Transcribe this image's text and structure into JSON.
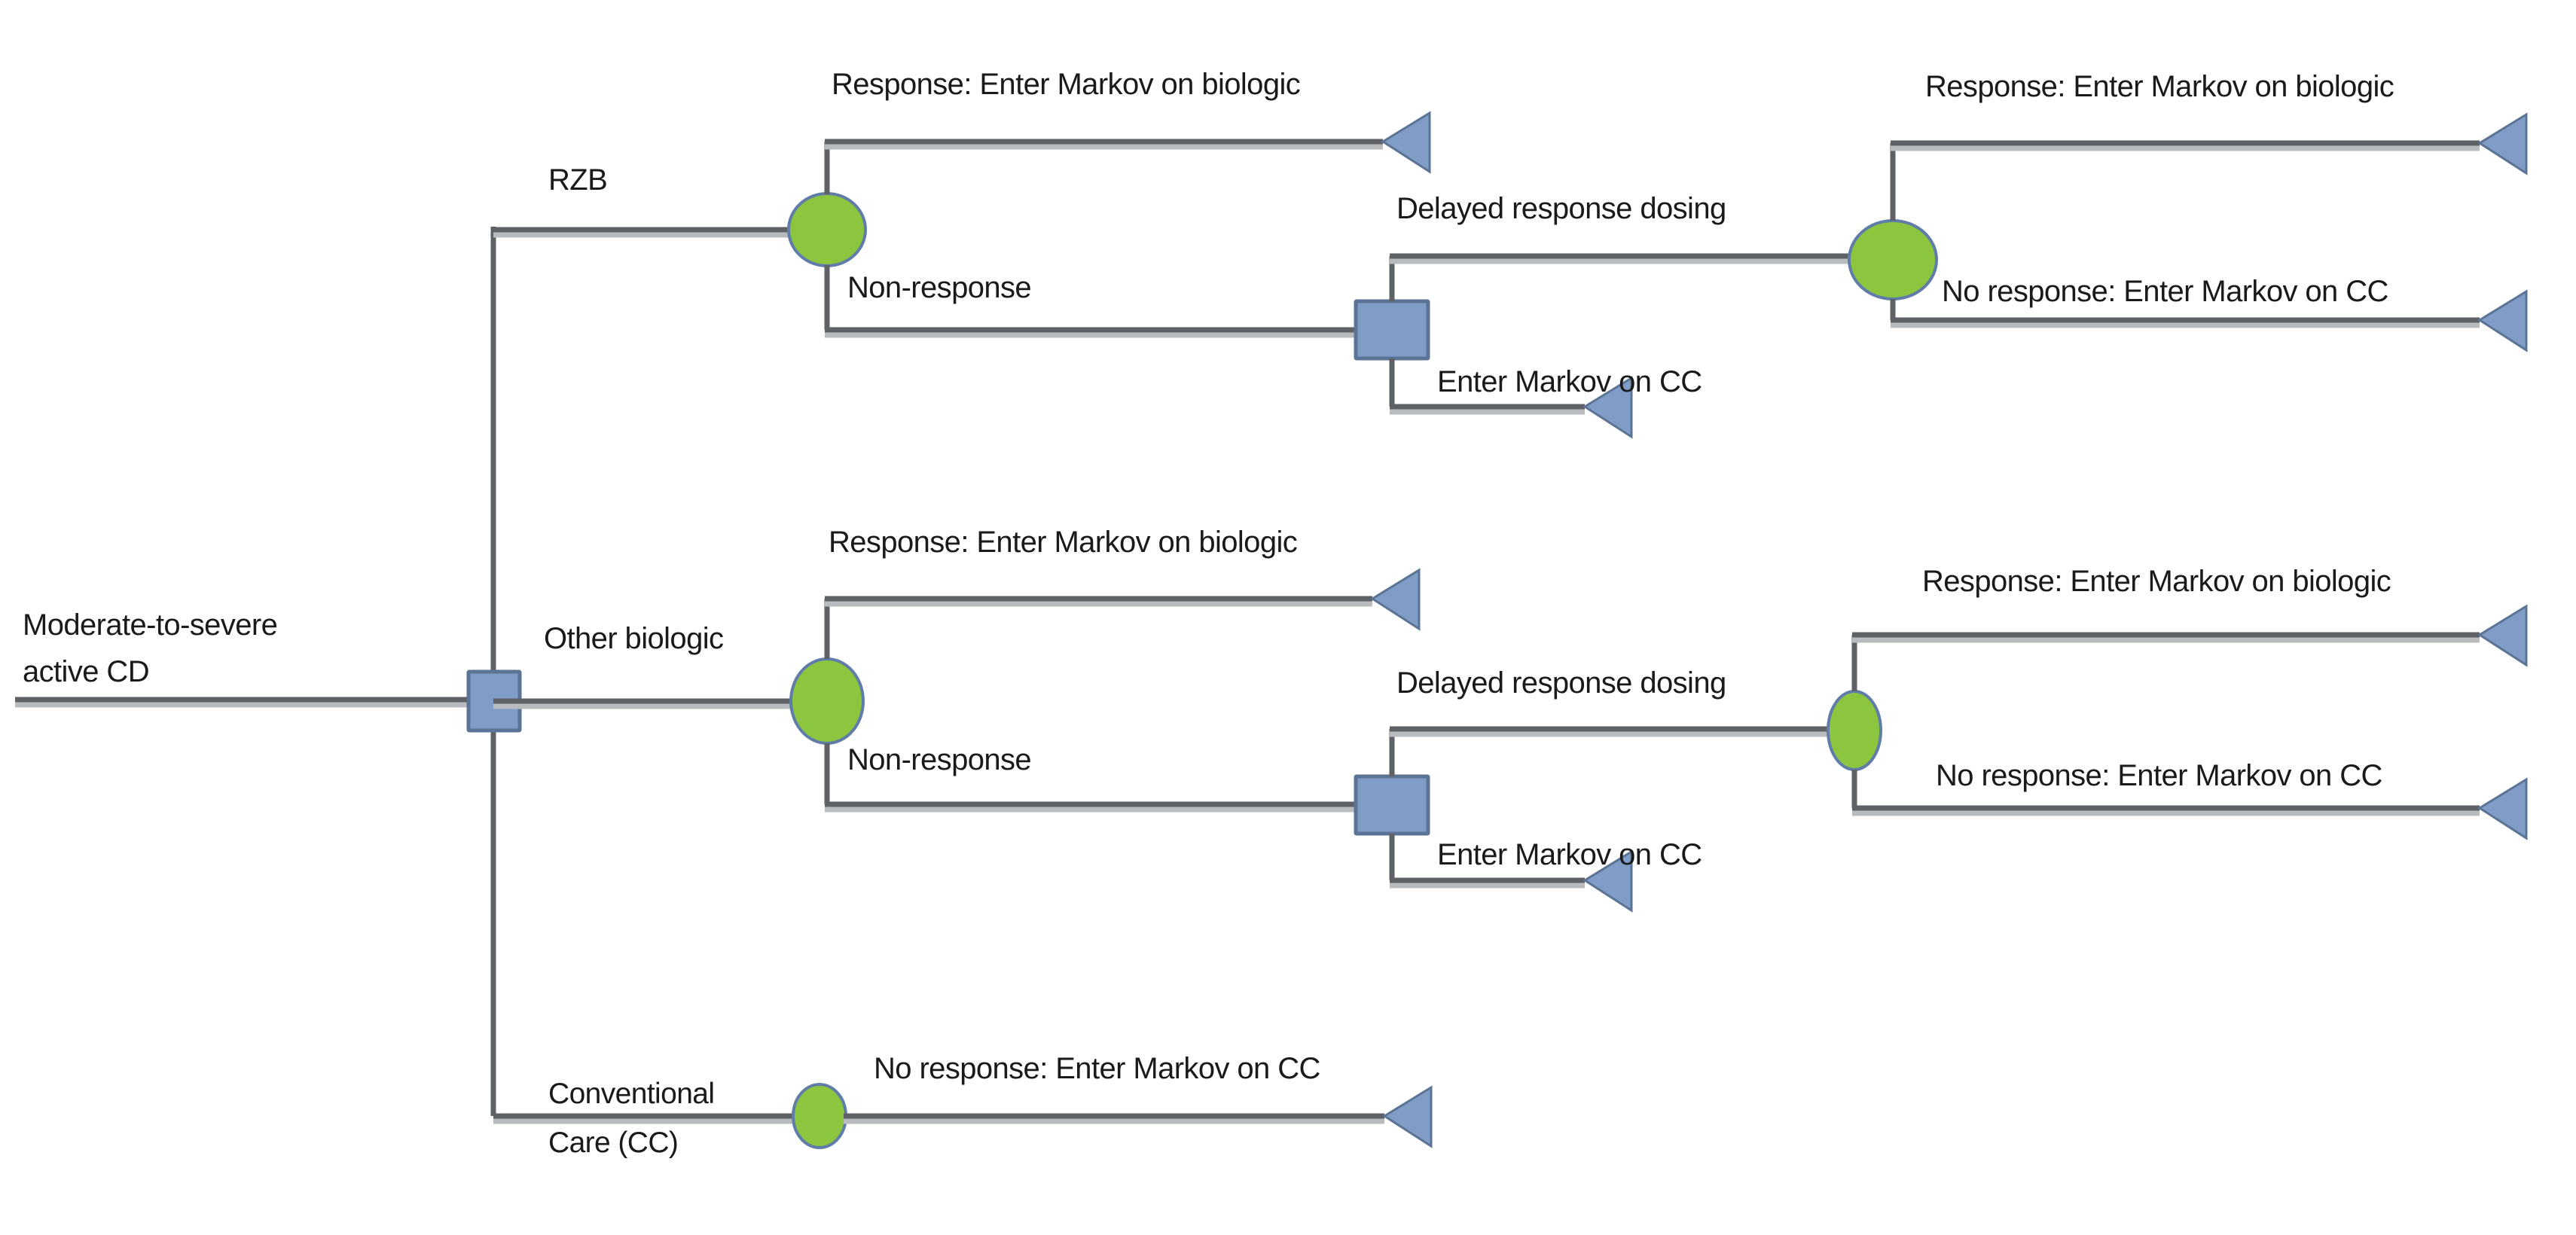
{
  "diagram": {
    "title": "Crohn's disease treatment decision tree",
    "colors": {
      "chance_node_fill": "#8CC63F",
      "chance_node_stroke": "#5f7da8",
      "decision_node_fill": "#7F9DC6",
      "decision_node_stroke": "#5b7394",
      "terminal_node_fill": "#7F9DC6",
      "edge": "#5e6266",
      "edge_shadow": "#b9bcbf",
      "text": "#1a1a1a",
      "background": "#ffffff"
    },
    "root": {
      "label_line1": "Moderate-to-severe",
      "label_line2": "active CD",
      "node_type": "decision-square"
    },
    "branches": [
      {
        "id": "rzb",
        "label": "RZB",
        "node_type": "chance-circle",
        "outcomes": [
          {
            "id": "rzb-response",
            "label": "Response: Enter Markov on biologic",
            "terminal": true
          },
          {
            "id": "rzb-non-response",
            "label": "Non-response",
            "terminal": false,
            "next_node_type": "decision-square",
            "sub_branches": [
              {
                "id": "rzb-delayed",
                "label": "Delayed response dosing",
                "node_type": "chance-circle",
                "outcomes": [
                  {
                    "id": "rzb-delayed-response",
                    "label": "Response: Enter Markov on biologic",
                    "terminal": true
                  },
                  {
                    "id": "rzb-delayed-no-response",
                    "label": "No response: Enter Markov on CC",
                    "terminal": true
                  }
                ]
              },
              {
                "id": "rzb-enter-cc",
                "label": "Enter Markov on CC",
                "terminal": true
              }
            ]
          }
        ]
      },
      {
        "id": "other-biologic",
        "label": "Other biologic",
        "node_type": "chance-circle",
        "outcomes": [
          {
            "id": "ob-response",
            "label": "Response: Enter Markov on biologic",
            "terminal": true
          },
          {
            "id": "ob-non-response",
            "label": "Non-response",
            "terminal": false,
            "next_node_type": "decision-square",
            "sub_branches": [
              {
                "id": "ob-delayed",
                "label": "Delayed response dosing",
                "node_type": "chance-circle",
                "outcomes": [
                  {
                    "id": "ob-delayed-response",
                    "label": "Response: Enter Markov on biologic",
                    "terminal": true
                  },
                  {
                    "id": "ob-delayed-no-response",
                    "label": "No response: Enter Markov on CC",
                    "terminal": true
                  }
                ]
              },
              {
                "id": "ob-enter-cc",
                "label": "Enter Markov on CC",
                "terminal": true
              }
            ]
          }
        ]
      },
      {
        "id": "conventional-care",
        "label_line1": "Conventional",
        "label_line2": "Care (CC)",
        "node_type": "chance-circle",
        "outcomes": [
          {
            "id": "cc-no-response",
            "label": "No response: Enter Markov on CC",
            "terminal": true
          }
        ]
      }
    ]
  }
}
